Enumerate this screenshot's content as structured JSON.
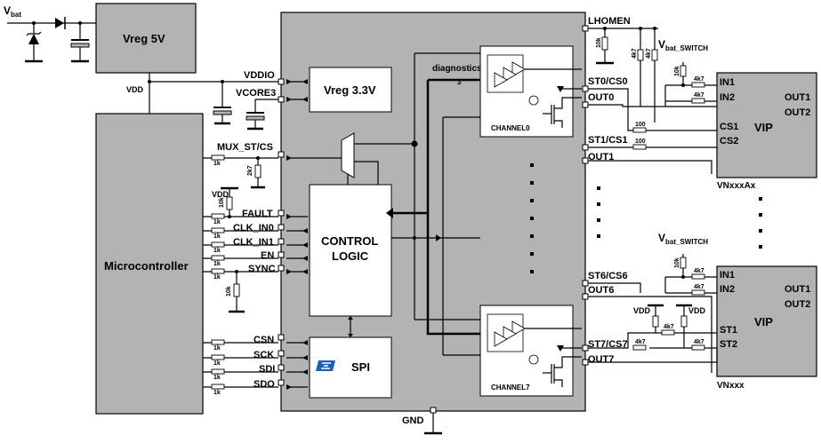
{
  "diagram": {
    "supply": {
      "vbat_main": "V",
      "vbat_sub": "bat",
      "vdd": "VDD",
      "vdd_pin": "VDD",
      "gnd": "GND"
    },
    "blocks": {
      "vreg5": "Vreg 5V",
      "vreg33": "Vreg 3.3V",
      "mcu": "Microcontroller",
      "control_1": "CONTROL",
      "control_2": "LOGIC",
      "spi": "SPI",
      "channel0": "CHANNEL0",
      "channel7": "CHANNEL7",
      "vip": "VIP",
      "vip_part_a": "VNxxxAx",
      "vip_part_b": "VNxxx"
    },
    "device_pins": {
      "vddio": "VDDIO",
      "vcore3": "VCORE3",
      "mux": "MUX_ST/CS",
      "fault": "FAULT",
      "clk_in0": "CLK_IN0",
      "clk_in1": "CLK_IN1",
      "en": "EN",
      "sync": "SYNC",
      "csn": "CSN",
      "sck": "SCK",
      "sdi": "SDI",
      "sdo": "SDO",
      "lhomen": "LHOMEN",
      "st0": "ST0/CS0",
      "out0": "OUT0",
      "st1": "ST1/CS1",
      "out1": "OUT1",
      "st6": "ST6/CS6",
      "out6": "OUT6",
      "st7": "ST7/CS7",
      "out7": "OUT7"
    },
    "vip_pins": {
      "in1": "IN1",
      "in2": "IN2",
      "out1": "OUT1",
      "out2": "OUT2",
      "cs1": "CS1",
      "cs2": "CS2",
      "st1": "ST1",
      "st2": "ST2"
    },
    "labels": {
      "diagnostics": "diagnostics",
      "bus_width": "3",
      "vbat_switch_main": "V",
      "vbat_switch_sub": "bat_SWITCH"
    },
    "resistors": {
      "r1k": "1k",
      "r2k7": "2k7",
      "r10k": "10k",
      "r4k7": "4k7",
      "r100": "100"
    }
  }
}
